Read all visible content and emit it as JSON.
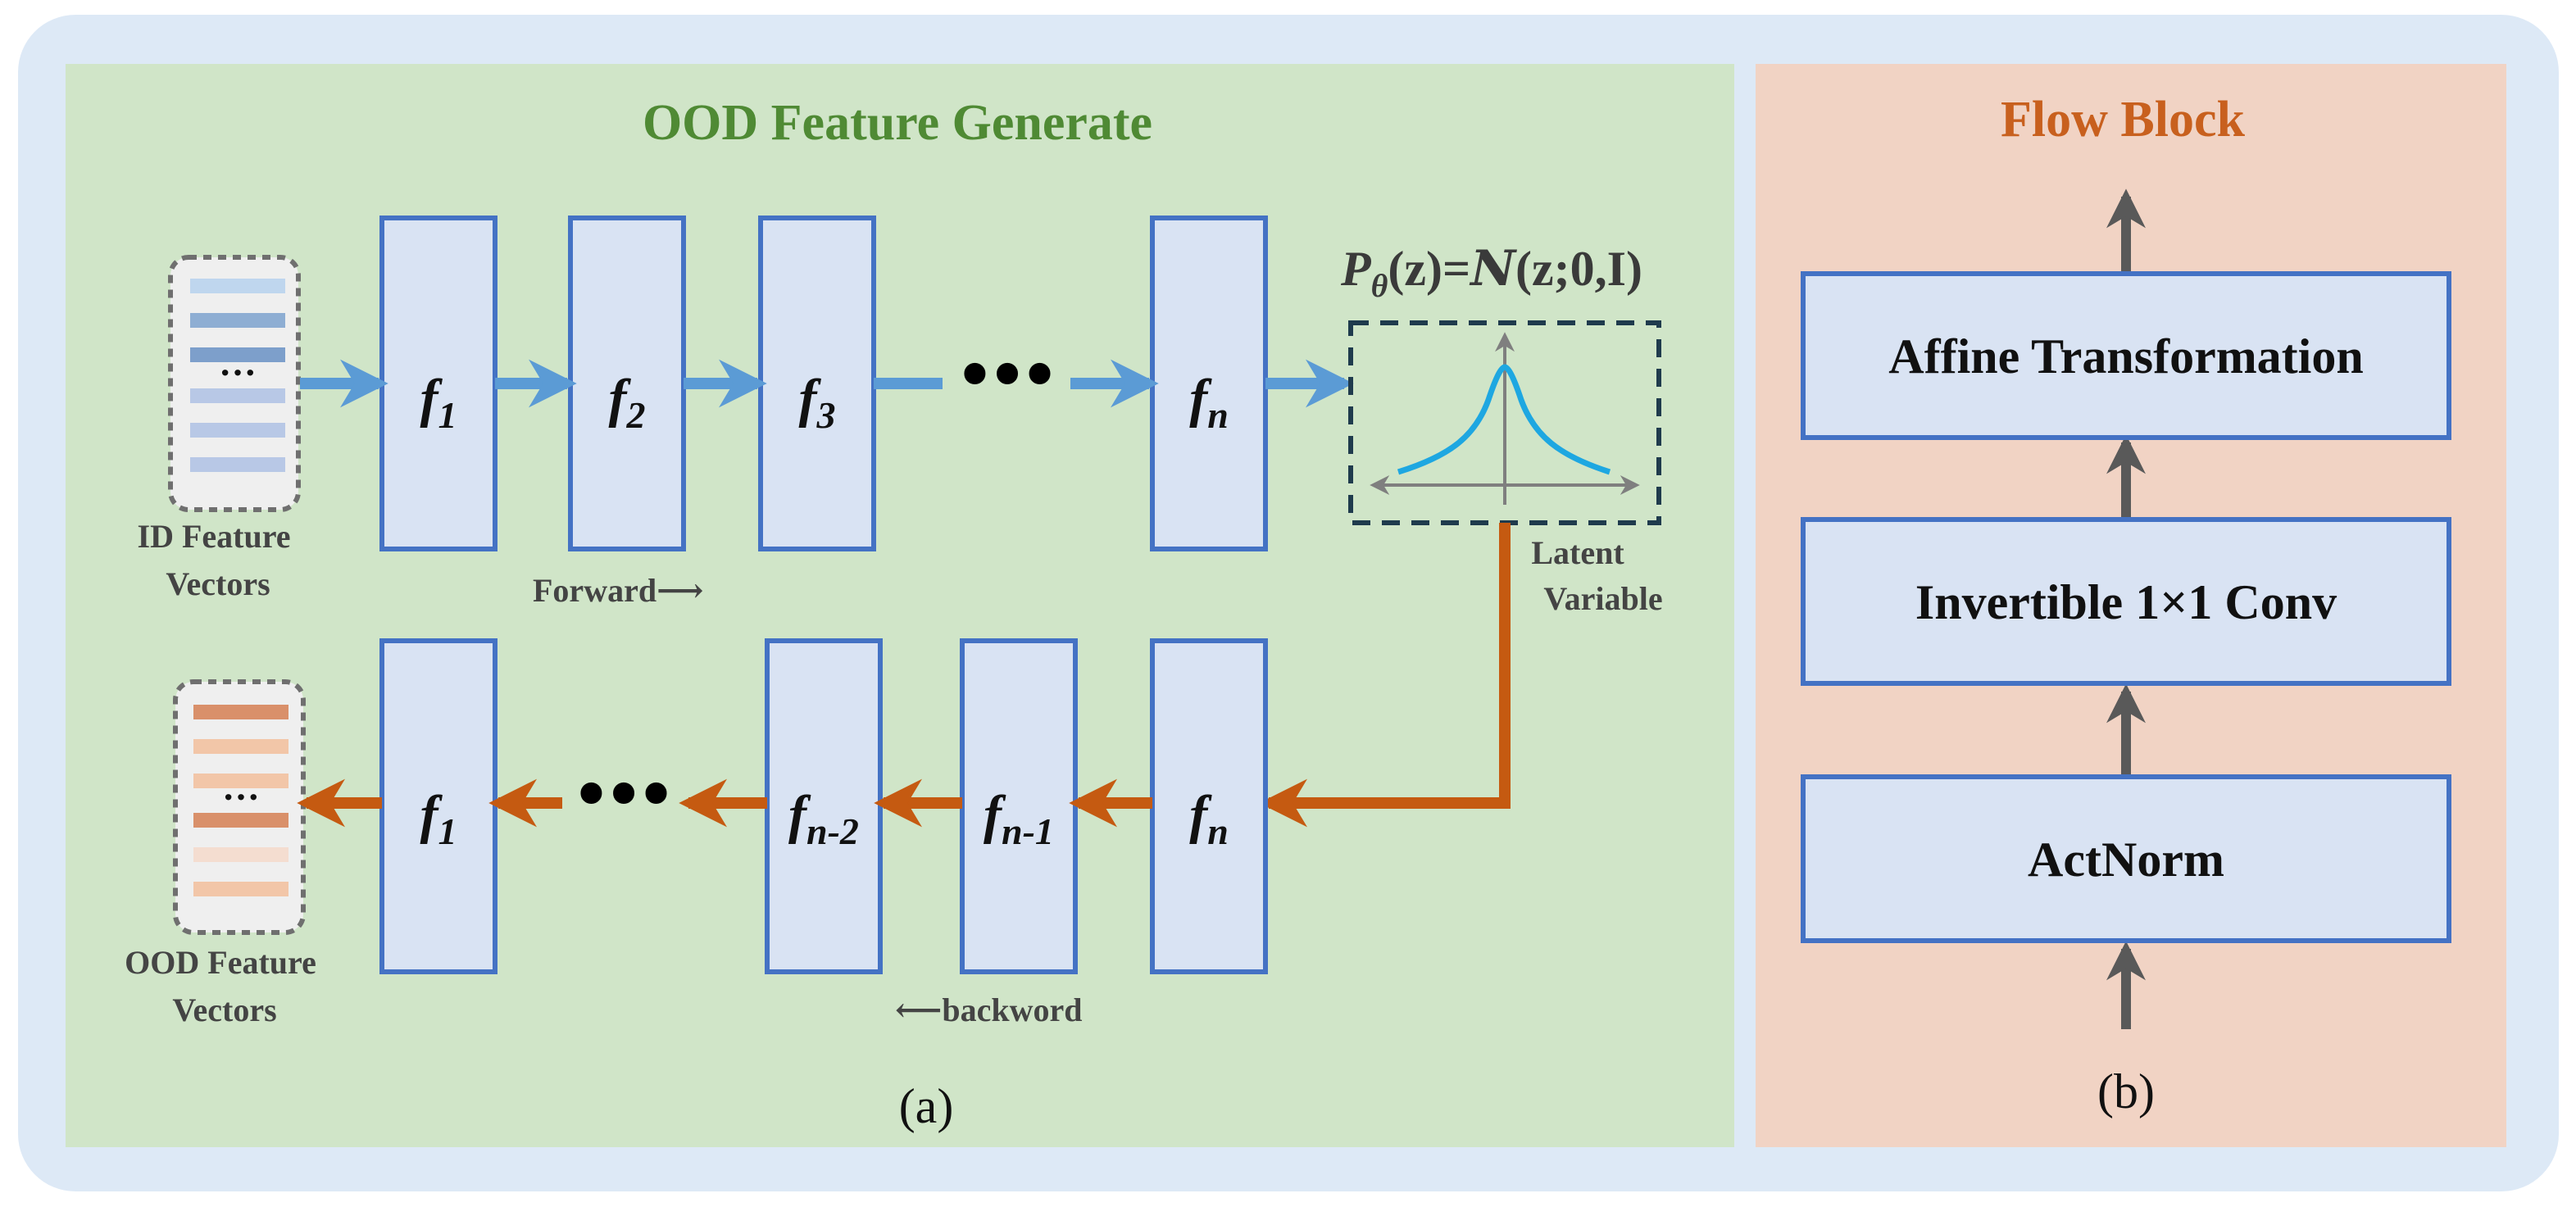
{
  "panel_a": {
    "title": "OOD Feature Generate",
    "label": "(a)",
    "forward_row": [
      {
        "base": "f",
        "sub": "1"
      },
      {
        "base": "f",
        "sub": "2"
      },
      {
        "base": "f",
        "sub": "3"
      },
      {
        "base": "f",
        "sub": "n"
      }
    ],
    "backward_row": [
      {
        "base": "f",
        "sub": "1"
      },
      {
        "base": "f",
        "sub": "n-2"
      },
      {
        "base": "f",
        "sub": "n-1"
      },
      {
        "base": "f",
        "sub": "n"
      }
    ],
    "input_caption": [
      "ID Feature",
      "Vectors"
    ],
    "output_caption": [
      "OOD Feature",
      "Vectors"
    ],
    "forward_caption": "Forward⟶",
    "backward_caption": "⟵backword",
    "latent_caption": [
      "Latent",
      "Variable"
    ],
    "formula": {
      "p": "P",
      "theta": "θ",
      "rest": "(z)=",
      "n": "N",
      "tail": "(z;0,I)"
    },
    "ellipsis": "•••"
  },
  "panel_b": {
    "title": "Flow Block",
    "label": "(b)",
    "blocks": [
      "Affine Transformation",
      "Invertible 1×1 Conv",
      "ActNorm"
    ]
  },
  "colors": {
    "outer_bg": "#dde9f6",
    "panel_a_bg": "#d0e5c8",
    "panel_b_bg": "#f1d3c4",
    "title_a": "#4f8a34",
    "title_b": "#c8601e",
    "box_fill": "#d9e3f3",
    "box_stroke": "#4472c4",
    "forward_arrow": "#5b9bd5",
    "backward_arrow": "#c55a11",
    "curve": "#1ea7e1",
    "dashed": "#1f3b4d",
    "gray_arrow": "#595959"
  }
}
